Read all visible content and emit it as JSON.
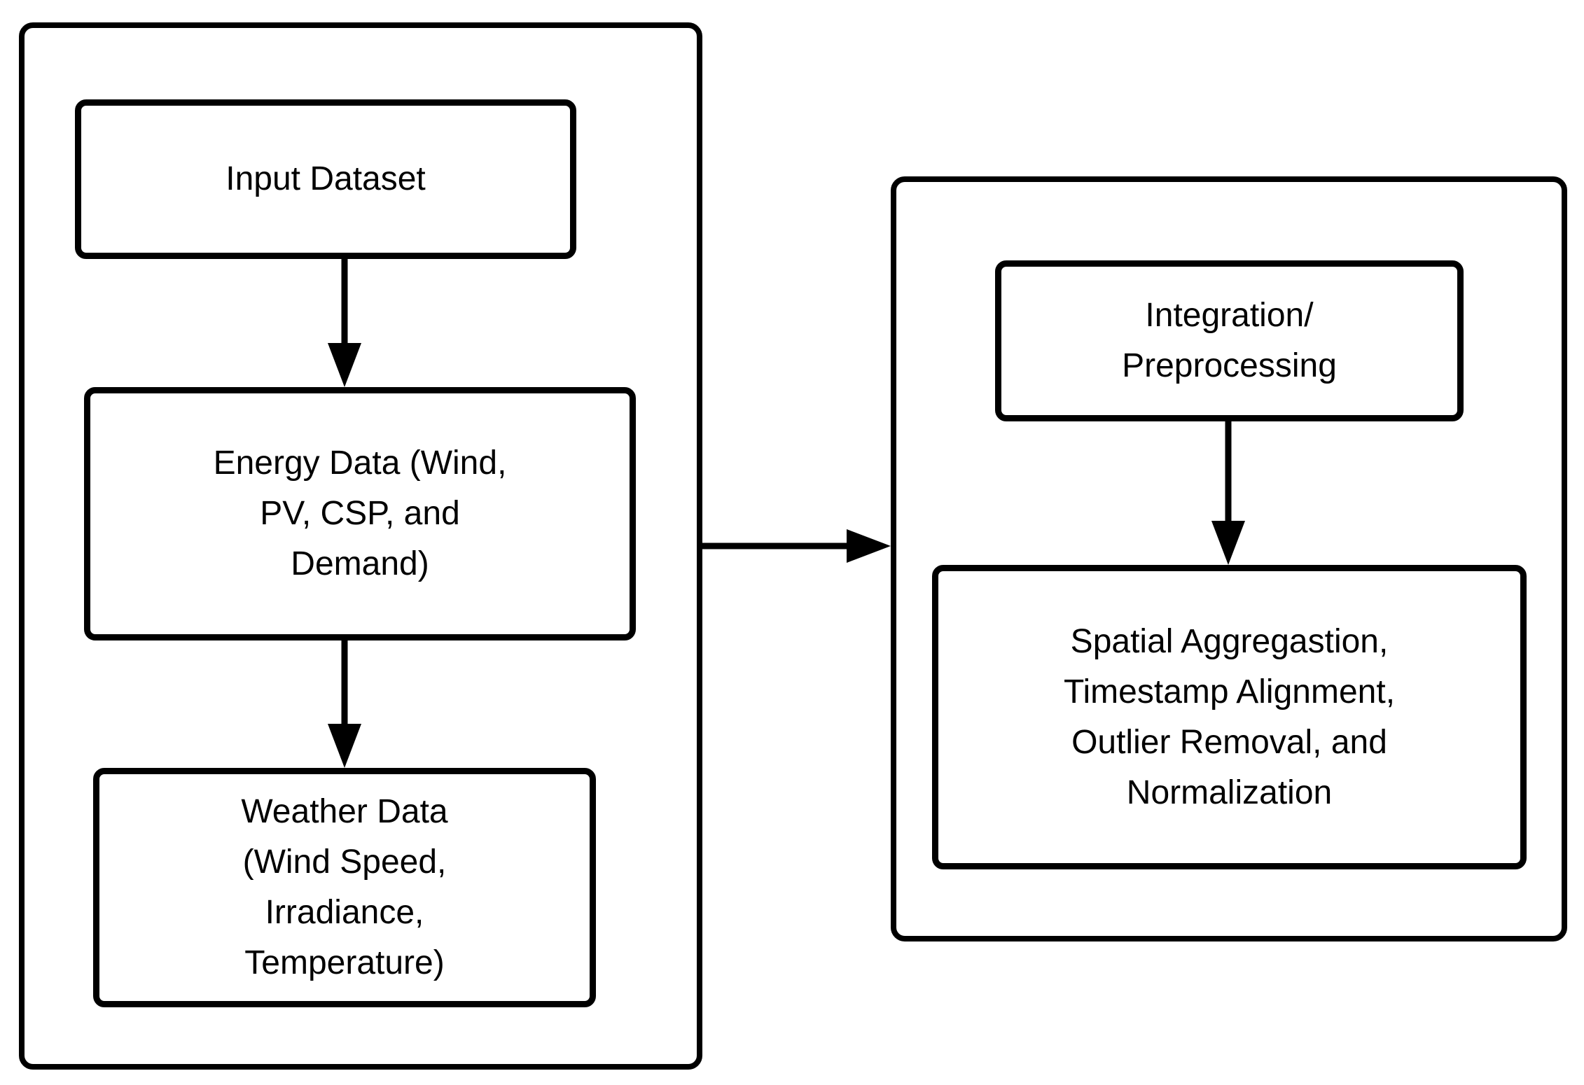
{
  "diagram": {
    "background_color": "#ffffff",
    "stroke_color": "#000000",
    "nodes": {
      "input_dataset": {
        "label": "Input Dataset"
      },
      "energy_data": {
        "label": "Energy Data (Wind,\nPV, CSP, and\nDemand)"
      },
      "weather_data": {
        "label": "Weather Data\n(Wind Speed,\nIrradiance,\nTemperature)"
      },
      "integration_preprocessing": {
        "label": "Integration/\nPreprocessing"
      },
      "spatial_aggregation": {
        "label": "Spatial Aggregastion,\nTimestamp Alignment,\nOutlier Removal, and\nNormalization"
      }
    },
    "arrows": {
      "input_to_energy": "arrow-down",
      "energy_to_weather": "arrow-down",
      "left_group_to_right_group": "arrow-right",
      "integration_to_spatial": "arrow-down"
    }
  }
}
